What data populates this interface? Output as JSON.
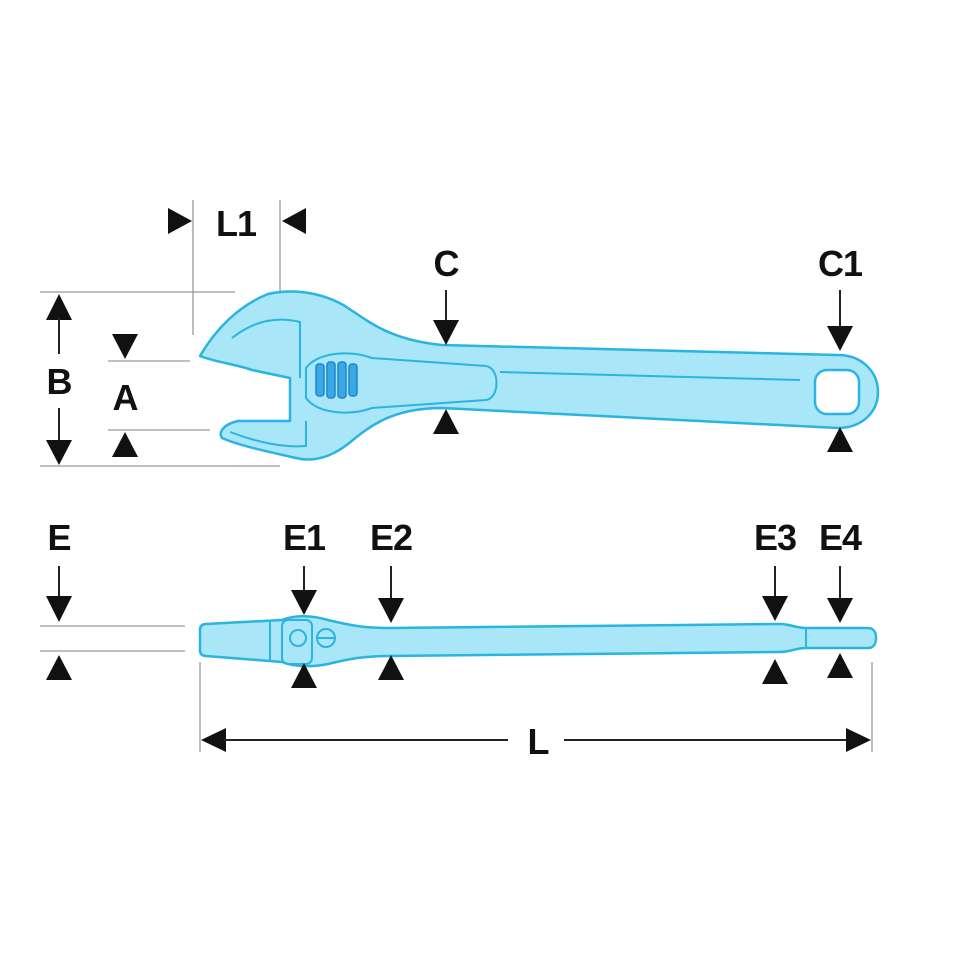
{
  "diagram": {
    "subject": "adjustable-wrench",
    "colors": {
      "tool_fill": "#a9e6f8",
      "tool_outline": "#2ab4e0",
      "worm_gear": "#3aa8e4",
      "dimension_ink": "#111111",
      "extension_lines": "#9a9a9a"
    },
    "labels": {
      "L1": "L1",
      "C": "C",
      "C1": "C1",
      "B": "B",
      "A": "A",
      "E": "E",
      "E1": "E1",
      "E2": "E2",
      "E3": "E3",
      "E4": "E4",
      "L": "L"
    }
  }
}
